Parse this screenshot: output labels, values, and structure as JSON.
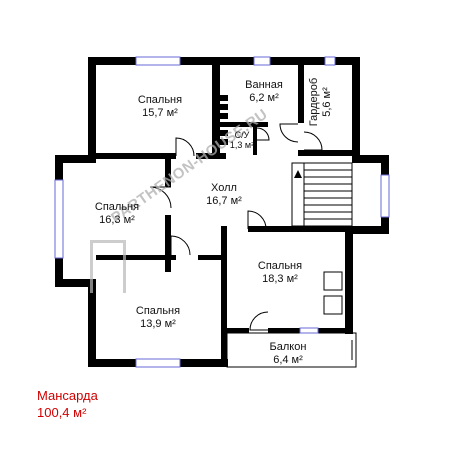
{
  "plan": {
    "floor_name": "Мансарда",
    "floor_area": "100,4 м²",
    "watermark": "PARTHENON-HOUSE.RU",
    "rooms": [
      {
        "id": "bedroom_ne",
        "name": "Спальня",
        "area": "15,7 м²"
      },
      {
        "id": "bathroom",
        "name": "Ванная",
        "area": "6,2 м²"
      },
      {
        "id": "wardrobe",
        "name": "Гардероб",
        "area": "5,6 м²"
      },
      {
        "id": "wc",
        "name": "С/У",
        "area": "1,3 м²"
      },
      {
        "id": "hall",
        "name": "Холл",
        "area": "16,7 м²"
      },
      {
        "id": "bedroom_w",
        "name": "Спальня",
        "area": "16,3 м²"
      },
      {
        "id": "bedroom_se",
        "name": "Спальня",
        "area": "18,3 м²"
      },
      {
        "id": "bedroom_sw",
        "name": "Спальня",
        "area": "13,9 м²"
      },
      {
        "id": "balcony",
        "name": "Балкон",
        "area": "6,4 м²"
      }
    ]
  },
  "colors": {
    "wall": "#000000",
    "window": "#6a6ad8",
    "caption": "#d00000",
    "watermark": "#b0b0b0"
  }
}
